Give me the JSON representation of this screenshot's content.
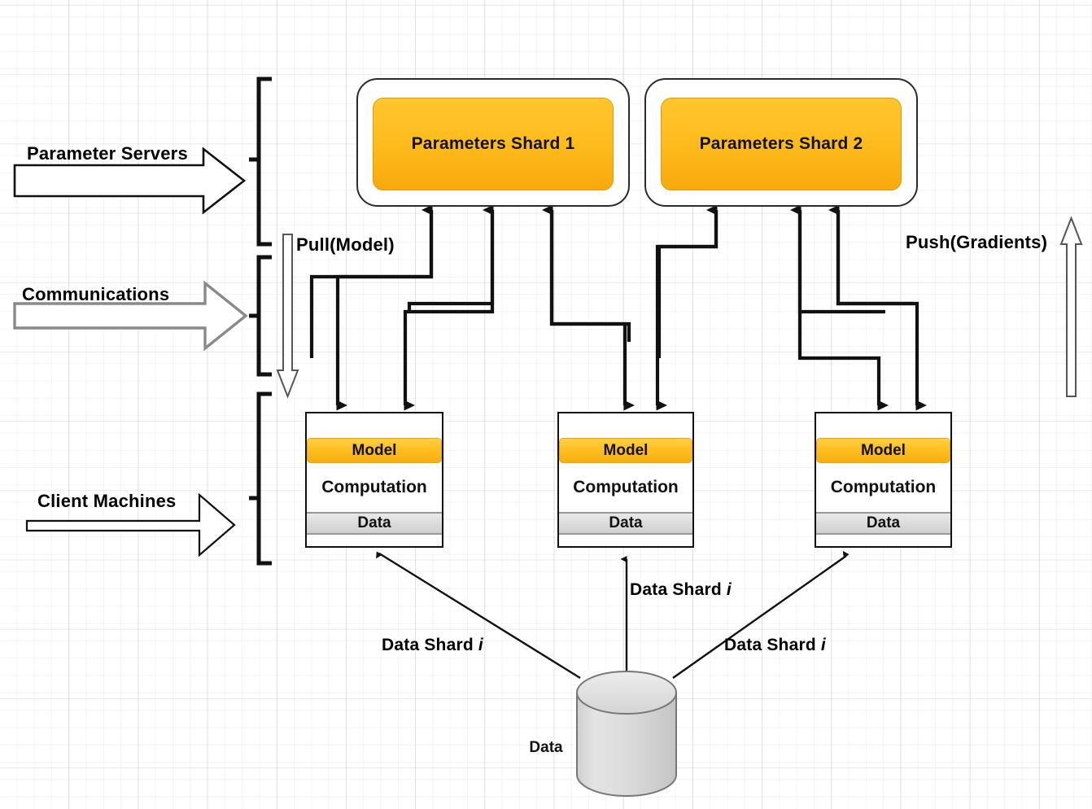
{
  "diagram": {
    "title": "Distributed Parameter Server Training Architecture",
    "background": "#ffffff",
    "accent_orange": "#ffbe1f",
    "accent_gray": "#d6d6d6",
    "line_color": "#111111"
  },
  "group_labels": [
    {
      "id": "parameter-servers",
      "text": "Parameter Servers",
      "style": "black-outline-arrow"
    },
    {
      "id": "communications",
      "text": "Communications",
      "style": "gray-outline-arrow"
    },
    {
      "id": "client-machines",
      "text": "Client Machines",
      "style": "thin-black-arrow"
    }
  ],
  "parameter_servers": {
    "shards": [
      {
        "id": "shard-1",
        "label": "Parameters Shard 1"
      },
      {
        "id": "shard-2",
        "label": "Parameters Shard 2"
      }
    ]
  },
  "flow_labels": {
    "pull": "Pull(Model)",
    "push": "Push(Gradients)"
  },
  "client_machines": [
    {
      "id": "machine-1",
      "model": "Model",
      "computation": "Computation",
      "data": "Data"
    },
    {
      "id": "machine-2",
      "model": "Model",
      "computation": "Computation",
      "data": "Data"
    },
    {
      "id": "machine-3",
      "model": "Model",
      "computation": "Computation",
      "data": "Data"
    }
  ],
  "data_store": {
    "label": "Data",
    "shard_labels": [
      {
        "id": "shard-label-left",
        "prefix": "Data Shard ",
        "index": "i"
      },
      {
        "id": "shard-label-center",
        "prefix": "Data Shard ",
        "index": "i"
      },
      {
        "id": "shard-label-right",
        "prefix": "Data Shard ",
        "index": "i"
      }
    ]
  }
}
